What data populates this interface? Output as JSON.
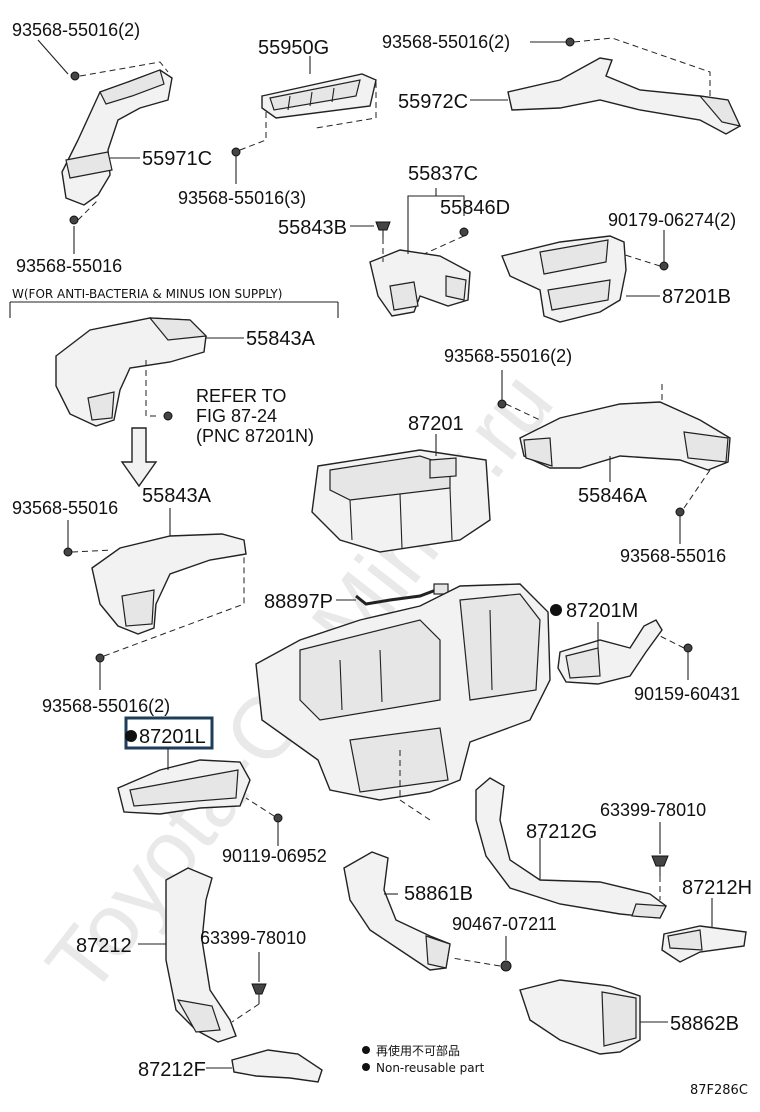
{
  "watermark": "Toyota-CarMirror.ru",
  "group_note": "W(FOR ANTI-BACTERIA & MINUS ION SUPPLY)",
  "refer_note": {
    "line1": "REFER TO",
    "line2": "FIG 87-24",
    "line3": "(PNC 87201N)"
  },
  "labels": {
    "p93568_55016_2_tl": "93568-55016(2)",
    "p55950G": "55950G",
    "p93568_55016_2_tr": "93568-55016(2)",
    "p55972C": "55972C",
    "p55971C": "55971C",
    "p93568_55016_3": "93568-55016(3)",
    "p55837C": "55837C",
    "p55846D": "55846D",
    "p55843B": "55843B",
    "p90179_06274_2": "90179-06274(2)",
    "p93568_55016_l1": "93568-55016",
    "p87201B": "87201B",
    "p55843A_top": "55843A",
    "p93568_55016_2_mid": "93568-55016(2)",
    "p87201": "87201",
    "p55843A": "55843A",
    "p93568_55016_l2": "93568-55016",
    "p55846A": "55846A",
    "p93568_55016_r": "93568-55016",
    "p88897P": "88897P",
    "p87201M": "87201M",
    "p90159_60431": "90159-60431",
    "p93568_55016_2_low": "93568-55016(2)",
    "p87201L": "87201L",
    "p63399_78010_r": "63399-78010",
    "p87212G": "87212G",
    "p90119_06952": "90119-06952",
    "p87212H": "87212H",
    "p58861B": "58861B",
    "p90467_07211": "90467-07211",
    "p87212": "87212",
    "p63399_78010_l": "63399-78010",
    "p58862B": "58862B",
    "p87212F": "87212F"
  },
  "legend": {
    "line1": "再使用不可部品",
    "line2": "Non-reusable part"
  },
  "figure_code": "87F286C"
}
